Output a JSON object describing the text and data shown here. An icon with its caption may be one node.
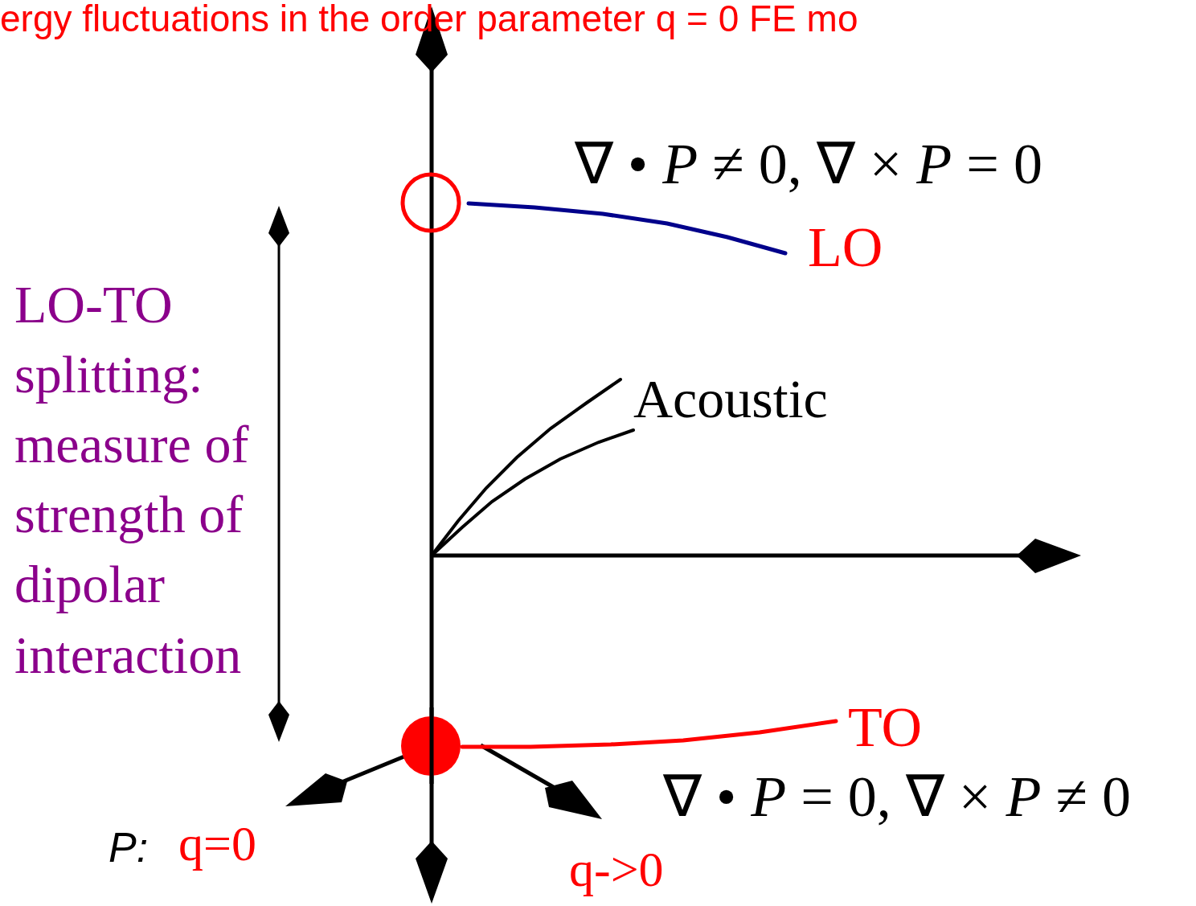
{
  "diagram": {
    "nodes": [
      {
        "text": [],
        "shape": "circle"
      },
      {
        "text": [],
        "shape": "circle"
      }
    ],
    "labels": [
      "ergy fluctuations in the order parameter q = 0 FE mo",
      "∇ • *P* ≠ 0, ∇ × *P* = 0",
      "LO",
      "LO-TO splitting: measure of strength of dipolar interaction",
      "Acoustic",
      "TO",
      "∇ • *P* = 0, ∇ × *P* ≠ 0",
      "P:",
      "q=0",
      "q->0"
    ]
  }
}
